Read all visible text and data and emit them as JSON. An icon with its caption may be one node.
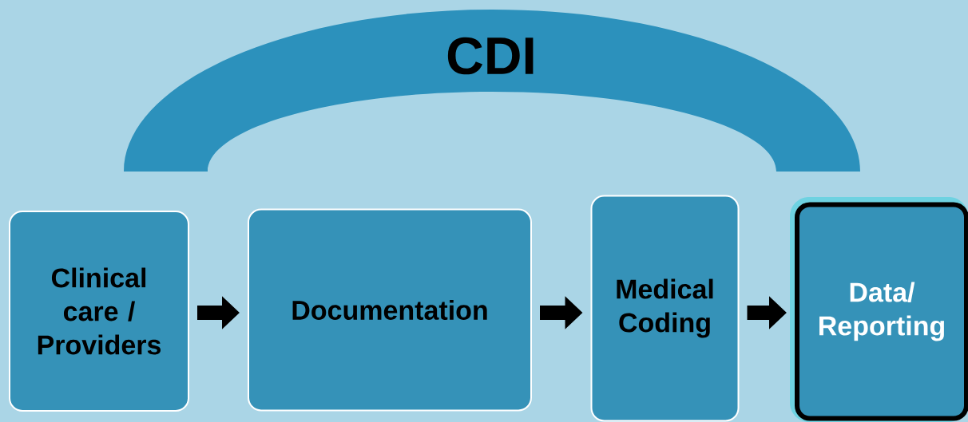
{
  "diagram": {
    "nodes": [
      {
        "text": [
          "CDI"
        ]
      },
      {
        "text": [
          "Clinical care / Providers"
        ]
      },
      {
        "text": [
          "Documentation"
        ]
      },
      {
        "text": [
          "Medical Coding"
        ]
      },
      {
        "text": [
          "Data/ Reporting"
        ]
      }
    ],
    "edges": [
      {
        "from": 1,
        "to": 2,
        "arrow": "to"
      },
      {
        "from": 2,
        "to": 3,
        "arrow": "to"
      },
      {
        "from": 3,
        "to": 4,
        "arrow": "to"
      }
    ]
  }
}
